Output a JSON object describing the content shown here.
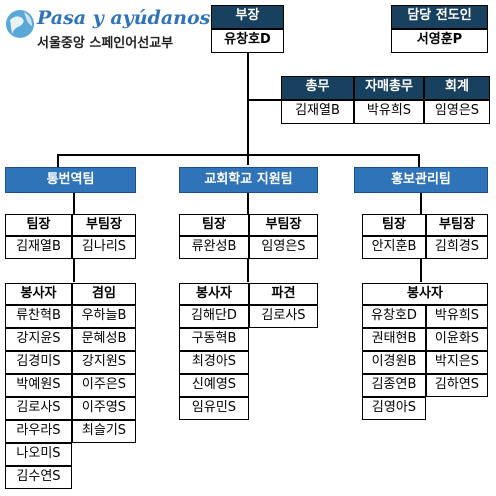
{
  "logo": {
    "title": "Pasa y ayúdanos",
    "subtitle": "서울중앙 스페인어선교부"
  },
  "top": {
    "vice_title": "부장",
    "vice_name": "유창호D",
    "missionary_title": "담당 전도인",
    "missionary_name": "서영훈P"
  },
  "officers": [
    {
      "title": "총무",
      "name": "김재열B"
    },
    {
      "title": "자매총무",
      "name": "박유희S"
    },
    {
      "title": "회계",
      "name": "임영은S"
    }
  ],
  "teams": {
    "interpret": {
      "name": "통번역팀",
      "leader_label": "팀장",
      "leader": "김재열B",
      "sub_label": "부팀장",
      "sub": "김나리S",
      "col1_label": "봉사자",
      "col2_label": "겸임",
      "col1": [
        "류찬혁B",
        "강지윤S",
        "김경미S",
        "박예원S",
        "김로사S",
        "라우라S",
        "나오미S",
        "김수연S"
      ],
      "col2": [
        "우하늘B",
        "문혜성B",
        "강지원S",
        "이주은S",
        "이주영S",
        "최슬기S"
      ]
    },
    "church": {
      "name": "교회학교 지원팀",
      "leader_label": "팀장",
      "leader": "류완성B",
      "sub_label": "부팀장",
      "sub": "임영은S",
      "col1_label": "봉사자",
      "col2_label": "파견",
      "col1": [
        "김해단D",
        "구동혁B",
        "최경아S",
        "신예영S",
        "임유민S"
      ],
      "col2": [
        "김로사S"
      ]
    },
    "pr": {
      "name": "홍보관리팀",
      "leader_label": "팀장",
      "leader": "안지훈B",
      "sub_label": "부팀장",
      "sub": "김희경S",
      "vol_label": "봉사자",
      "col1": [
        "유창호D",
        "권태현B",
        "이경원B",
        "김종연B",
        "김영아S"
      ],
      "col2": [
        "박유희S",
        "이윤화S",
        "박지은S",
        "김하연S"
      ]
    }
  },
  "colors": {
    "dark": "#17415f",
    "blue": "#2f73b9",
    "grey": "#e6e6e6"
  }
}
